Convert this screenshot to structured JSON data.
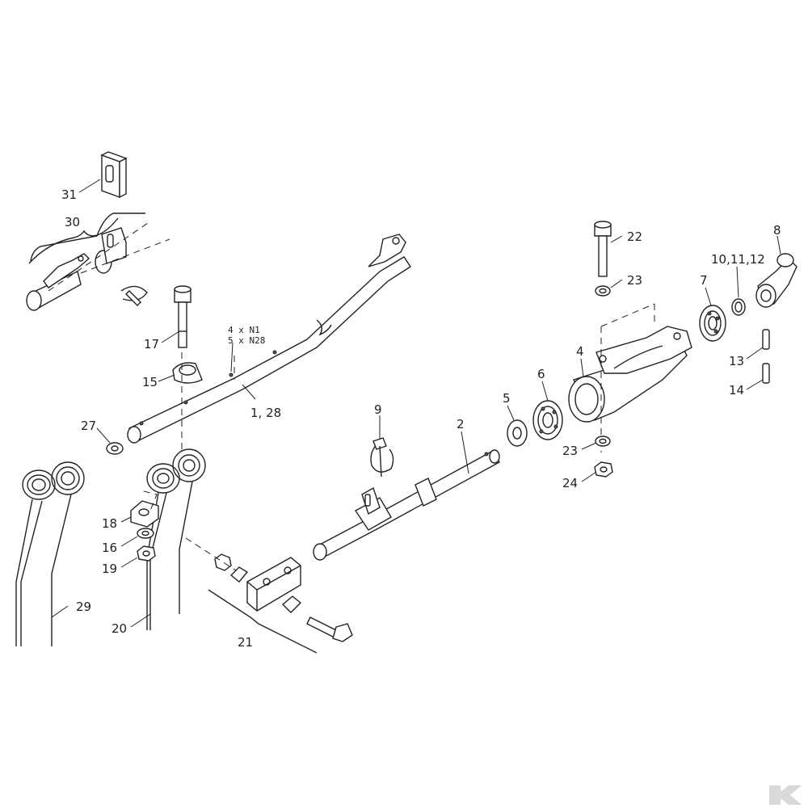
{
  "callouts": {
    "c31": "31",
    "c30": "30",
    "c17": "17",
    "c15": "15",
    "c27": "27",
    "c18": "18",
    "c16": "16",
    "c19": "19",
    "c29": "29",
    "c20": "20",
    "c21": "21",
    "c128": "1, 28",
    "c9": "9",
    "c2": "2",
    "c5": "5",
    "c6": "6",
    "c4": "4",
    "c22": "22",
    "c23a": "23",
    "c7": "7",
    "c101112": "10,11,12",
    "c8": "8",
    "c13": "13",
    "c14": "14",
    "c23b": "23",
    "c24": "24"
  },
  "note": {
    "line1": "4 x N1",
    "line2": "5 x N28"
  },
  "colors": {
    "ink": "#222222",
    "paper": "#ffffff",
    "logo": "#d9d9d9"
  },
  "logo": {
    "icon": "brand-k-logo-icon"
  }
}
